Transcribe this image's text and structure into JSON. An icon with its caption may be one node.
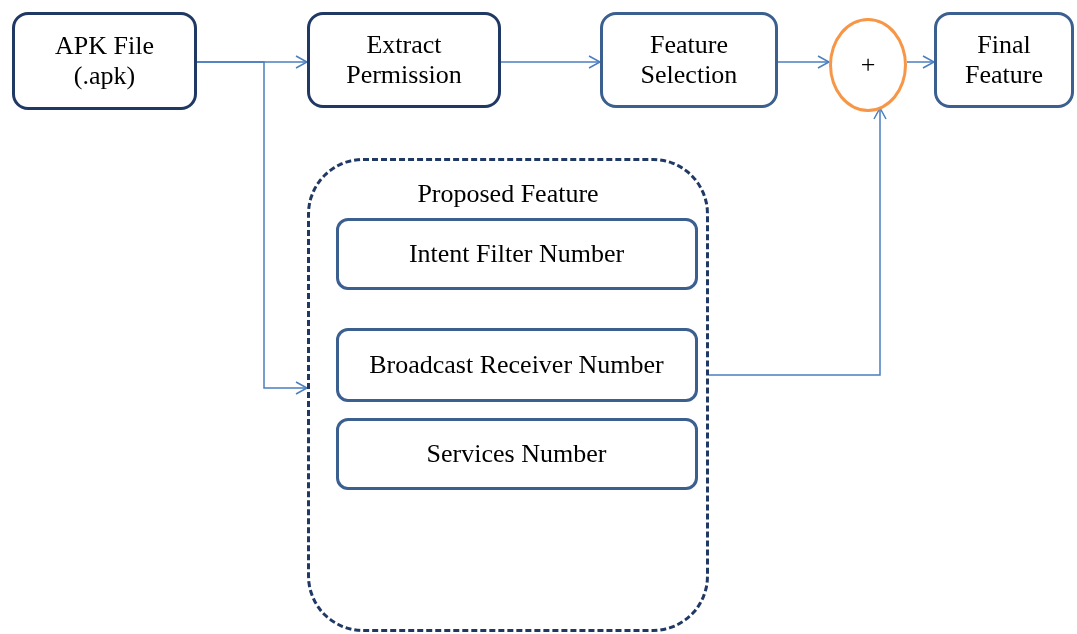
{
  "diagram": {
    "nodes": [
      {
        "text": [
          "APK File (.apk)"
        ]
      },
      {
        "text": [
          "Extract Permission"
        ]
      },
      {
        "text": [
          "Feature Selection"
        ]
      },
      {
        "text": [
          "+"
        ]
      },
      {
        "text": [
          "Final Feature"
        ]
      },
      {
        "text": [
          "Proposed Feature"
        ]
      },
      {
        "text": [
          "Intent Filter Number"
        ],
        "in": 5
      },
      {
        "text": [
          "Broadcast Receiver Number"
        ],
        "in": 5
      },
      {
        "text": [
          "Services Number"
        ],
        "in": 5
      }
    ],
    "edges": [
      {
        "from": 0,
        "to": 1,
        "arrow": "to"
      },
      {
        "from": 0,
        "to": 5,
        "arrow": "to"
      },
      {
        "from": 1,
        "to": 2,
        "arrow": "to"
      },
      {
        "from": 2,
        "to": 3,
        "arrow": "to"
      },
      {
        "from": 5,
        "to": 3,
        "arrow": "to"
      },
      {
        "from": 3,
        "to": 4,
        "arrow": "to"
      }
    ]
  }
}
